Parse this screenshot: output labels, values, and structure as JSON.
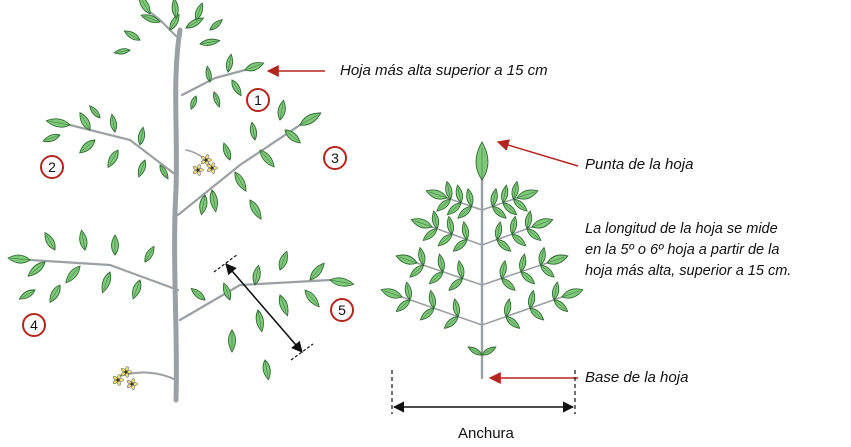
{
  "labels": {
    "top_leaf": "Hoja más alta superior a 15 cm",
    "leaf_tip": "Punta de la hoja",
    "leaf_base": "Base de la hoja",
    "width": "Anchura"
  },
  "measure_note": [
    "La longitud de la hoja se mide",
    "en la 5º o 6º hoja a partir de la",
    "hoja más alta, superior a 15 cm."
  ],
  "leaf_numbers": [
    "1",
    "2",
    "3",
    "4",
    "5"
  ],
  "colors": {
    "leaf_fill": "#7fc97a",
    "leaf_stroke": "#2f6b31",
    "stem": "#9aa0a4",
    "arrow": "#b3261e",
    "number_ring": "#b3261e"
  }
}
